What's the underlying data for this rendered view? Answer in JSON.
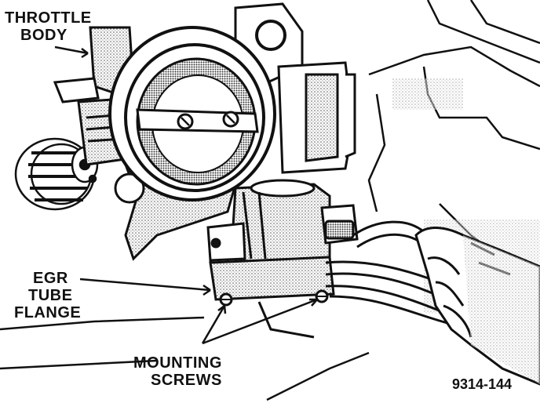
{
  "labels": {
    "throttle_body": [
      "THROTTLE",
      "BODY"
    ],
    "egr_tube_flange": [
      "EGR",
      "TUBE",
      "FLANGE"
    ],
    "mounting_screws": [
      "MOUNTING",
      "SCREWS"
    ]
  },
  "figure_number": "9314-144",
  "colors": {
    "ink": "#111111",
    "paper": "#ffffff",
    "shade": "#bdbdbd"
  }
}
